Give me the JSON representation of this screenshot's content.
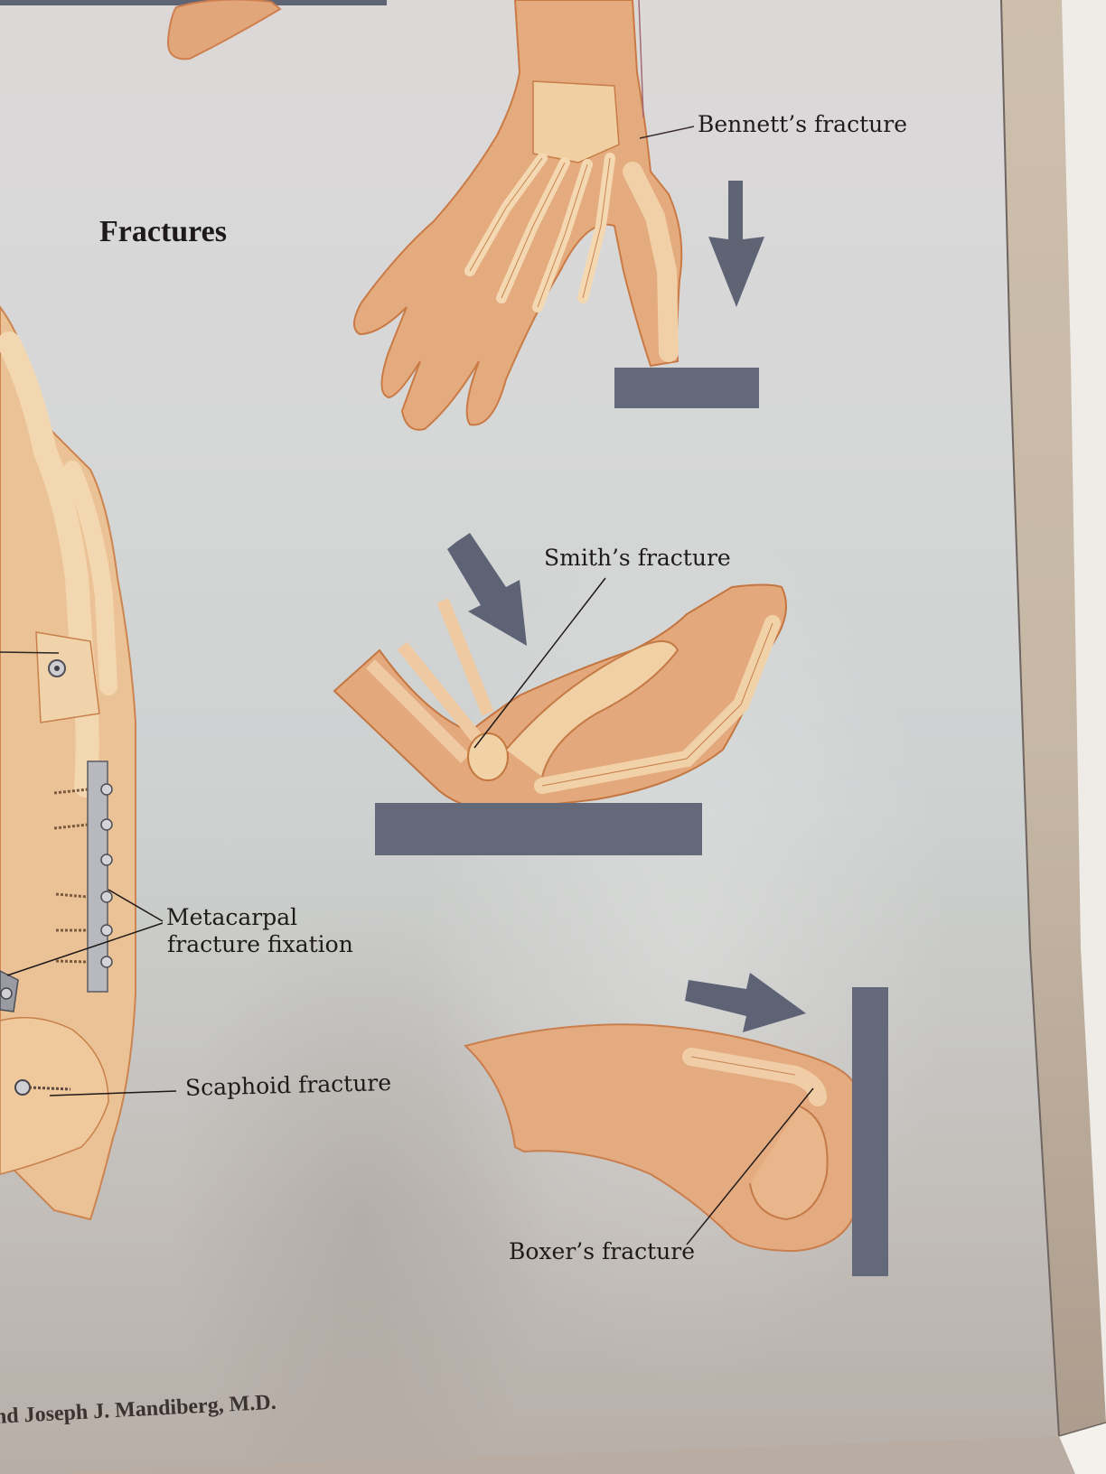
{
  "poster": {
    "title": "Fractures",
    "credit": "nd Joseph J. Mandiberg, M.D.",
    "labels": {
      "bennett": "Bennett’s fracture",
      "smith": "Smith’s fracture",
      "metacarpal_line1": "Metacarpal",
      "metacarpal_line2": "fracture fixation",
      "scaphoid": "Scaphoid fracture",
      "boxer": "Boxer’s fracture"
    },
    "illustrations": [
      {
        "name": "bennett-hand",
        "description": "Hand falling onto thumb against a surface, downward arrow"
      },
      {
        "name": "smith-hand",
        "description": "Wrist flexed palm-up on surface, diagonal arrow"
      },
      {
        "name": "boxer-hand",
        "description": "Clenched fist hitting a vertical wall, rightward arrow"
      },
      {
        "name": "fixation-hand-skeleton",
        "description": "Hand skeleton with metal plate and screws"
      }
    ],
    "colors": {
      "paper": "#d6d7d7",
      "skin": "#e3a878",
      "bone": "#f1d2a8",
      "bone_outline": "#c8773f",
      "impact_bar": "#646a7c",
      "arrow": "#5d6274",
      "frame": "#c9baa8",
      "text": "#1f1b1a"
    }
  }
}
